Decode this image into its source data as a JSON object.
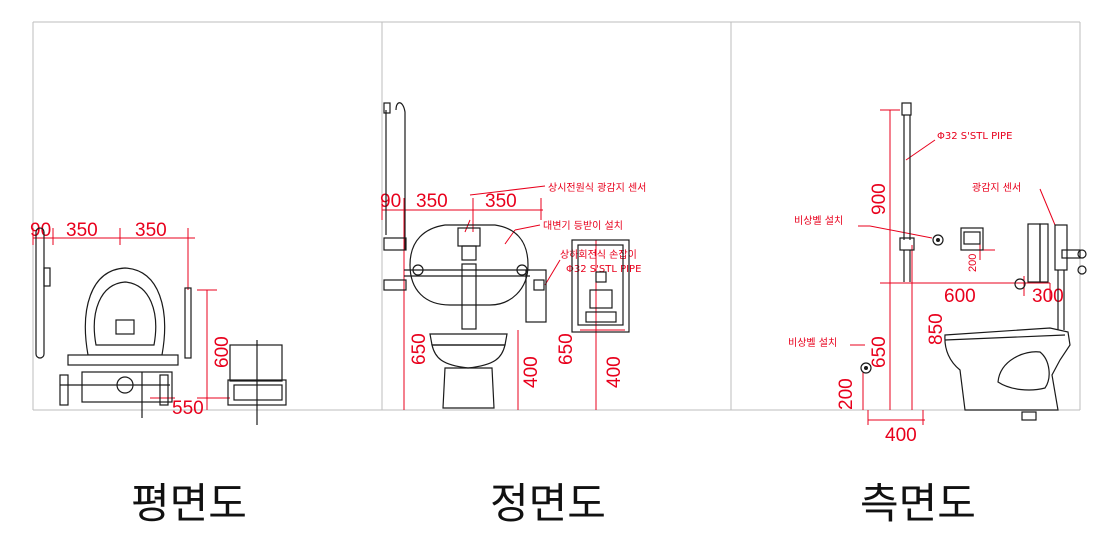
{
  "views": {
    "plan": {
      "caption": "평면도",
      "dims": {
        "left": "90",
        "d1": "350",
        "d2": "350",
        "vert": "600",
        "bottom": "550"
      }
    },
    "front": {
      "caption": "정면도",
      "dims": {
        "left": "90",
        "d1": "350",
        "d2": "350",
        "v1": "650",
        "v2": "400",
        "v3": "650",
        "v4": "400"
      },
      "notes": {
        "sensor": "상시전원식 광감지 센서",
        "backrest": "대변기 등받이 설치",
        "grab": "상하회전식 손잡이",
        "pipe": "Φ32 S'STL PIPE"
      }
    },
    "side": {
      "caption": "측면도",
      "dims": {
        "v900": "900",
        "v200s": "200",
        "h600": "600",
        "h300": "300",
        "v850": "850",
        "v650": "650",
        "v200": "200",
        "h400": "400"
      },
      "notes": {
        "pipe": "Φ32 S'STL PIPE",
        "sensor": "광감지 센서",
        "bell_upper": "비상벨 설치",
        "bell_lower": "비상벨 설치"
      }
    }
  }
}
